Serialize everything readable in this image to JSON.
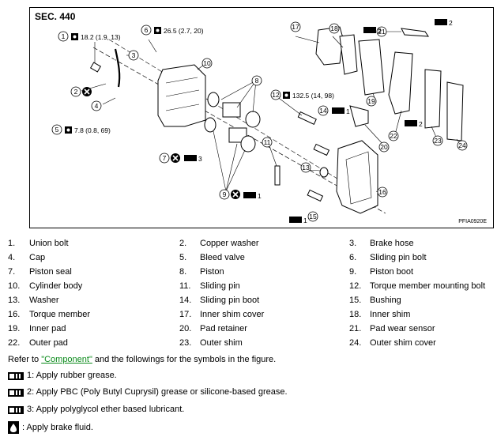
{
  "figure": {
    "section": "SEC. 440",
    "code": "PFIA0920E",
    "torques": {
      "t1": "18.2 (1.9, 13)",
      "t6": "26.5 (2.7, 20)",
      "t5": "7.8 (0.8, 69)",
      "t12": "132.5 (14, 98)"
    },
    "grease_tags": {
      "g20": "2",
      "g22": "2",
      "g7": "3",
      "g9": "1",
      "g14a": "1",
      "g14b": "1",
      "g18": "2"
    },
    "callouts": [
      "1",
      "2",
      "3",
      "4",
      "5",
      "6",
      "7",
      "8",
      "9",
      "10",
      "11",
      "12",
      "13",
      "14",
      "15",
      "16",
      "17",
      "18",
      "19",
      "20",
      "21",
      "22",
      "23",
      "24"
    ]
  },
  "parts": [
    {
      "n1": "1.",
      "t1": "Union bolt",
      "n2": "2.",
      "t2": "Copper washer",
      "n3": "3.",
      "t3": "Brake hose"
    },
    {
      "n1": "4.",
      "t1": "Cap",
      "n2": "5.",
      "t2": "Bleed valve",
      "n3": "6.",
      "t3": "Sliding pin bolt"
    },
    {
      "n1": "7.",
      "t1": "Piston seal",
      "n2": "8.",
      "t2": "Piston",
      "n3": "9.",
      "t3": "Piston boot"
    },
    {
      "n1": "10.",
      "t1": "Cylinder body",
      "n2": "11.",
      "t2": "Sliding pin",
      "n3": "12.",
      "t3": "Torque member mounting bolt"
    },
    {
      "n1": "13.",
      "t1": "Washer",
      "n2": "14.",
      "t2": "Sliding pin boot",
      "n3": "15.",
      "t3": "Bushing"
    },
    {
      "n1": "16.",
      "t1": "Torque member",
      "n2": "17.",
      "t2": "Inner shim cover",
      "n3": "18.",
      "t3": "Inner shim"
    },
    {
      "n1": "19.",
      "t1": "Inner pad",
      "n2": "20.",
      "t2": "Pad retainer",
      "n3": "21.",
      "t3": "Pad wear sensor"
    },
    {
      "n1": "22.",
      "t1": "Outer pad",
      "n2": "23.",
      "t2": "Outer shim",
      "n3": "24.",
      "t3": "Outer shim cover"
    }
  ],
  "refer": {
    "before": "Refer to ",
    "link": "\"Component\"",
    "after": " and the followings for the symbols in the figure."
  },
  "legend": [
    {
      "text": "1: Apply rubber grease."
    },
    {
      "text": "2: Apply PBC (Poly Butyl Cuprysil) grease or silicone-based grease."
    },
    {
      "text": "3: Apply polyglycol ether based lubricant."
    },
    {
      "text": ": Apply brake fluid."
    }
  ]
}
